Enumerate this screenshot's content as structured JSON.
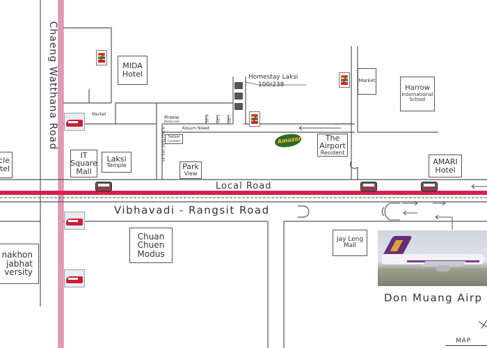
{
  "roads": {
    "chaeng_watthana": "Chaeng Watthana Road",
    "local_road": "Local Road",
    "vibhavadi": "Vibhavadi - Rangsit Road",
    "kosum_niwet": "Kosum Niwet",
    "soi_kosum_ruamjai": "Soi Kosum Ruamjai",
    "soi_kosum_ruam_jai_label": "Soi Kosum",
    "soi_side_1": "Soi 6",
    "soi_side_2": "Soi 5",
    "soi_side_3": "Soi 7",
    "soi_vertical": "Soi Kosum Ruamjai",
    "soi_phet_6": "Soi Kan Sang Phet 6"
  },
  "places": {
    "mida": {
      "line1": "MIDA",
      "line2": "Hotel"
    },
    "homestay": {
      "line1": "Homestay Laksi",
      "line2": "100/238"
    },
    "market_left": "Market",
    "market_right": "Market",
    "harrow": {
      "line1": "Harrow",
      "line2": "International",
      "line3": "School"
    },
    "praew": {
      "line1": "Praew",
      "line2": "Restaurant"
    },
    "sailom": {
      "line1": "Sailom",
      "line2": "Condotel"
    },
    "airport_resident": {
      "line1": "The",
      "line2": "Airport",
      "line3": "Resident"
    },
    "it_square": {
      "line1": "IT",
      "line2": "Square",
      "line3": "Mall"
    },
    "laksi_temple": {
      "line1": "Laksi",
      "line2": "Temple"
    },
    "park_view": {
      "line1": "Park",
      "line2": "View"
    },
    "amari": {
      "line1": "AMARI",
      "line2": "Hotel"
    },
    "chuan_chuen": {
      "line1": "Chuan",
      "line2": "Chuen",
      "line3": "Modus"
    },
    "jay_leng": {
      "line1": "Jay Leng",
      "line2": "Mall"
    },
    "rajabhat": {
      "line1": "nakhon",
      "line2": "jabhat",
      "line3": "versity"
    },
    "cle_hotel": {
      "line1": "cle",
      "line2": "tel"
    },
    "don_muang": "Don Muang Airp",
    "amazon_logo": "Amazon"
  },
  "footer": {
    "map_label": "MAP"
  },
  "colors": {
    "rail_line": "#d6204a",
    "road_line": "#555555",
    "pink_road": "#e899b8",
    "seven_eleven_orange": "#e8762d",
    "seven_eleven_green": "#1e9b4e",
    "seven_eleven_red": "#d6202a"
  },
  "icons": {
    "seven_eleven": "seven-eleven-icon",
    "skytrain_station": "train-station-icon",
    "train": "train-icon",
    "airplane": "airplane-photo",
    "amazon": "amazon-coffee-logo"
  }
}
